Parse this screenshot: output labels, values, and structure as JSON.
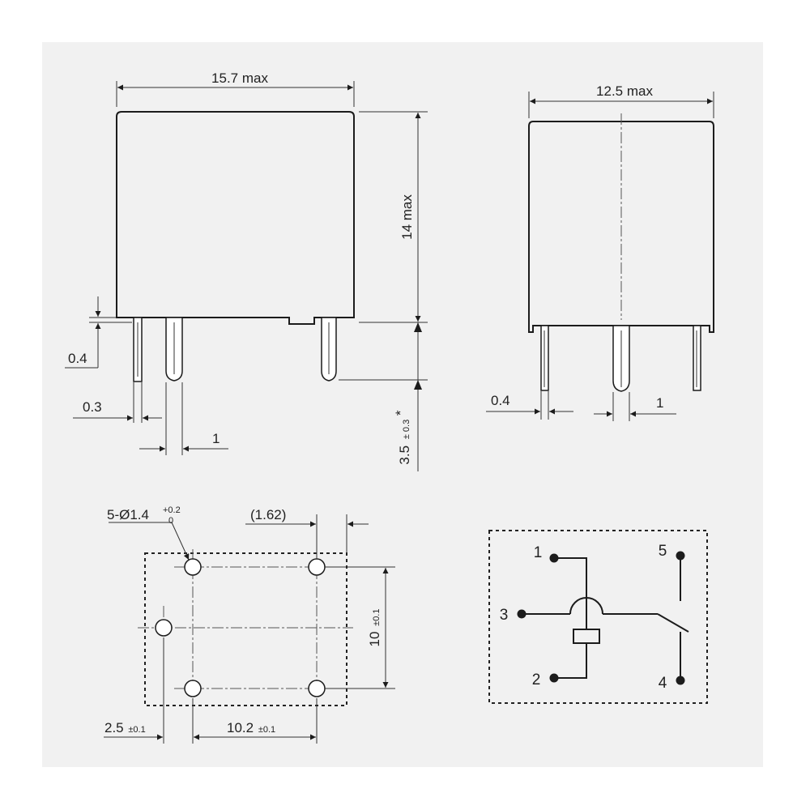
{
  "front_view": {
    "width_label": "15.7 max",
    "height_label": "14 max",
    "offset_label": "0.4",
    "pin_thickness_label": "0.3",
    "pin_width_label": "1",
    "pin_length_label": "3.5",
    "pin_length_tolerance": "± 0.3",
    "pin_length_note": "*"
  },
  "side_view": {
    "width_label": "12.5 max",
    "pin_thickness_label": "0.4",
    "pin_width_label": "1"
  },
  "footprint": {
    "hole_label_prefix": "5-Ø1.4",
    "hole_tol_upper": "+0.2",
    "hole_tol_lower": "0",
    "offset_label": "(1.62)",
    "vertical_label": "10",
    "vertical_tol": "±0.1",
    "left_label": "2.5",
    "left_tol": "±0.1",
    "span_label": "10.2",
    "span_tol": "±0.1"
  },
  "schematic": {
    "pins": [
      "1",
      "2",
      "3",
      "4",
      "5"
    ]
  }
}
